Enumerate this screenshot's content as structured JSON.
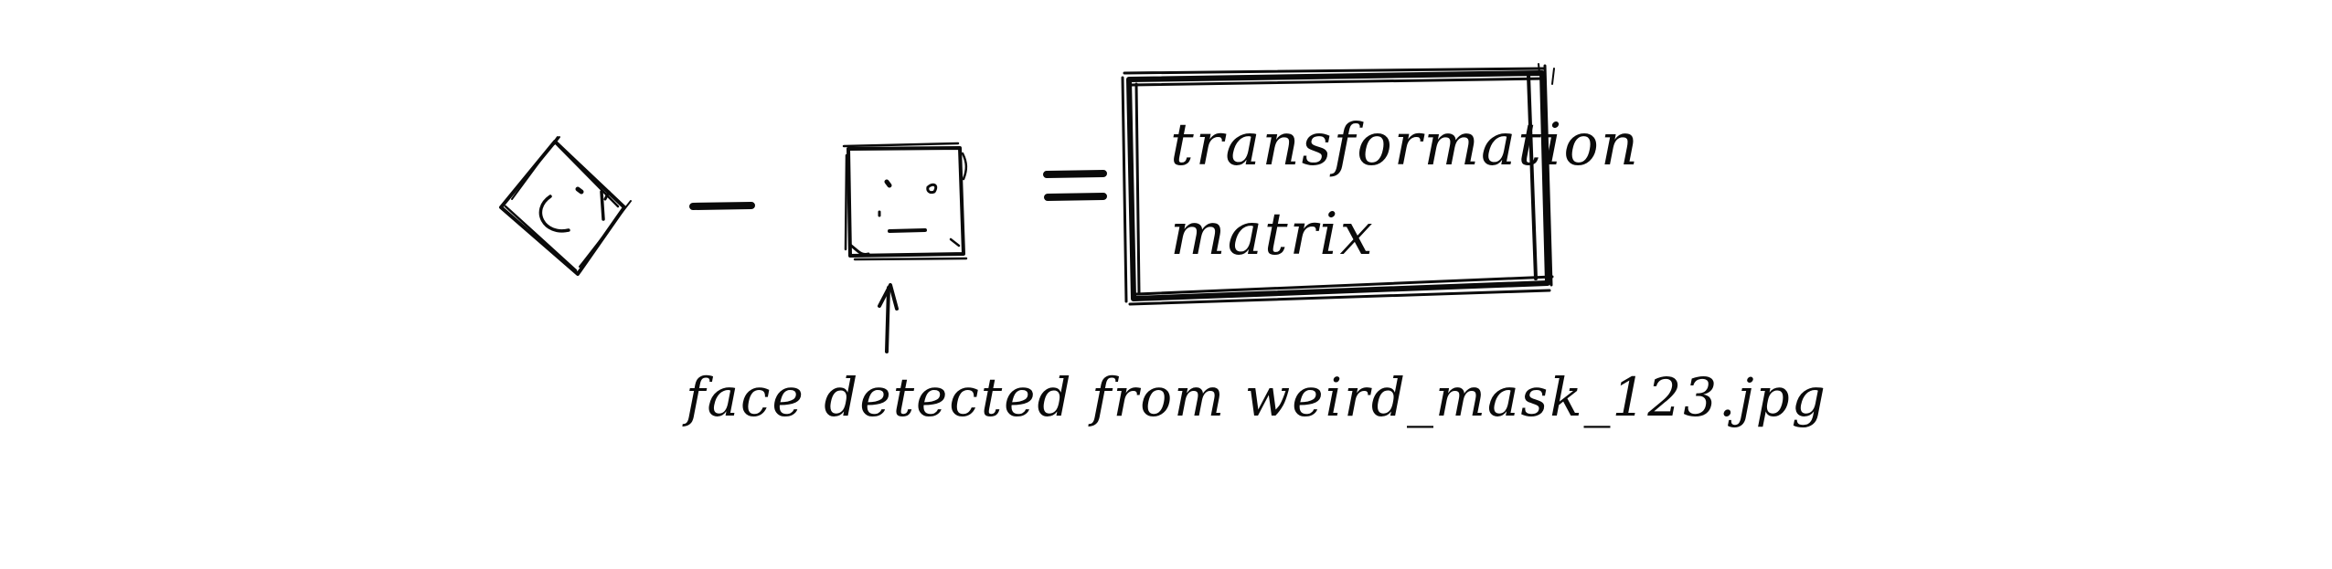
{
  "diagram": {
    "box_label_line1": "transformation",
    "box_label_line2": "matrix",
    "caption": "face detected from weird_mask_123.jpg"
  },
  "colors": {
    "ink": "#0a0a0a",
    "background": "#ffffff"
  },
  "icons": {
    "tilted_face": "rotated-smiley-face-icon",
    "frontal_face": "frontal-face-icon",
    "arrow": "up-arrow"
  }
}
